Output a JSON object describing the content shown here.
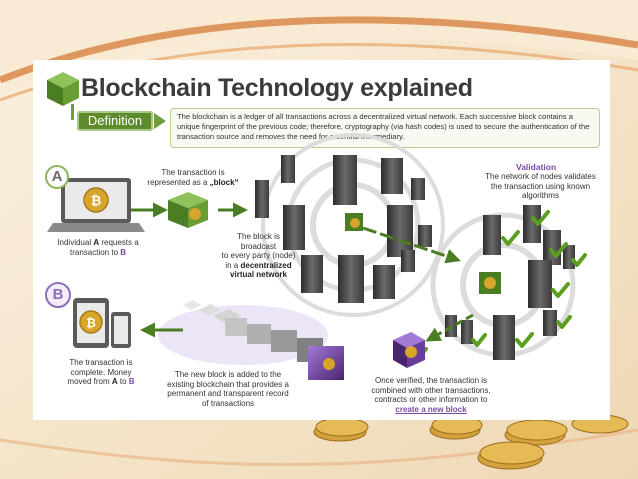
{
  "title": {
    "first_letter": "B",
    "rest": "lockchain Technology explained"
  },
  "definition": {
    "label": "Definition",
    "text": "The blockchain is a ledger of all transactions across a decentralized virtual network. Each successive block contains a unique fingerprint of the previous code; therefore, cryptography (via hash codes) is used to secure the authentication of the transaction source and removes the need for a central intermediary."
  },
  "markers": {
    "a": "A",
    "b": "B"
  },
  "steps": {
    "request": {
      "line1_pre": "Individual ",
      "line1_bold": "A",
      "line1_post": " requests a",
      "line2_pre": "transaction to ",
      "line2_bold": "B"
    },
    "represented": {
      "line1": "The transaction is",
      "line2_pre": "represented as a ",
      "line2_bold": "„block“"
    },
    "broadcast": {
      "line1": "The block is",
      "line2": "broadcast",
      "line3": "to every party (node)",
      "line4_pre": "in a ",
      "line4_bold": "decentralized",
      "line5_bold": "virtual network"
    },
    "validation": {
      "title": "Validation",
      "line1": "The network of nodes validates",
      "line2": "the transaction using known",
      "line3": "algorithms"
    },
    "combined": {
      "line1": "Once verified, the transaction is",
      "line2": "combined with other transactions,",
      "line3": "contracts or other information to",
      "line4": "create a new block"
    },
    "added": {
      "line1": "The new block is added to the",
      "line2": "existing blockchain that provides a",
      "line3": "permanent and transparent record",
      "line4": "of transactions"
    },
    "complete": {
      "line1": "The transaction is",
      "line2": "complete. Money",
      "line3_pre": "moved from ",
      "line3_b1": "A",
      "line3_mid": " to ",
      "line3_b2": "B"
    }
  },
  "icons": {
    "coin": "bitcoin-coin-icon",
    "laptop": "laptop-icon",
    "tablet": "tablet-icon",
    "phone": "phone-icon",
    "server": "server-node-icon",
    "check": "checkmark-icon",
    "block": "block-cube-icon"
  },
  "colors": {
    "green": "#5d8b2e",
    "purple": "#6a3d9a",
    "check_green": "#5c9e1f",
    "server_dark": "#3a3a3a",
    "coin_gold": "#d7a52a",
    "link_purple": "#7a4aa8"
  }
}
